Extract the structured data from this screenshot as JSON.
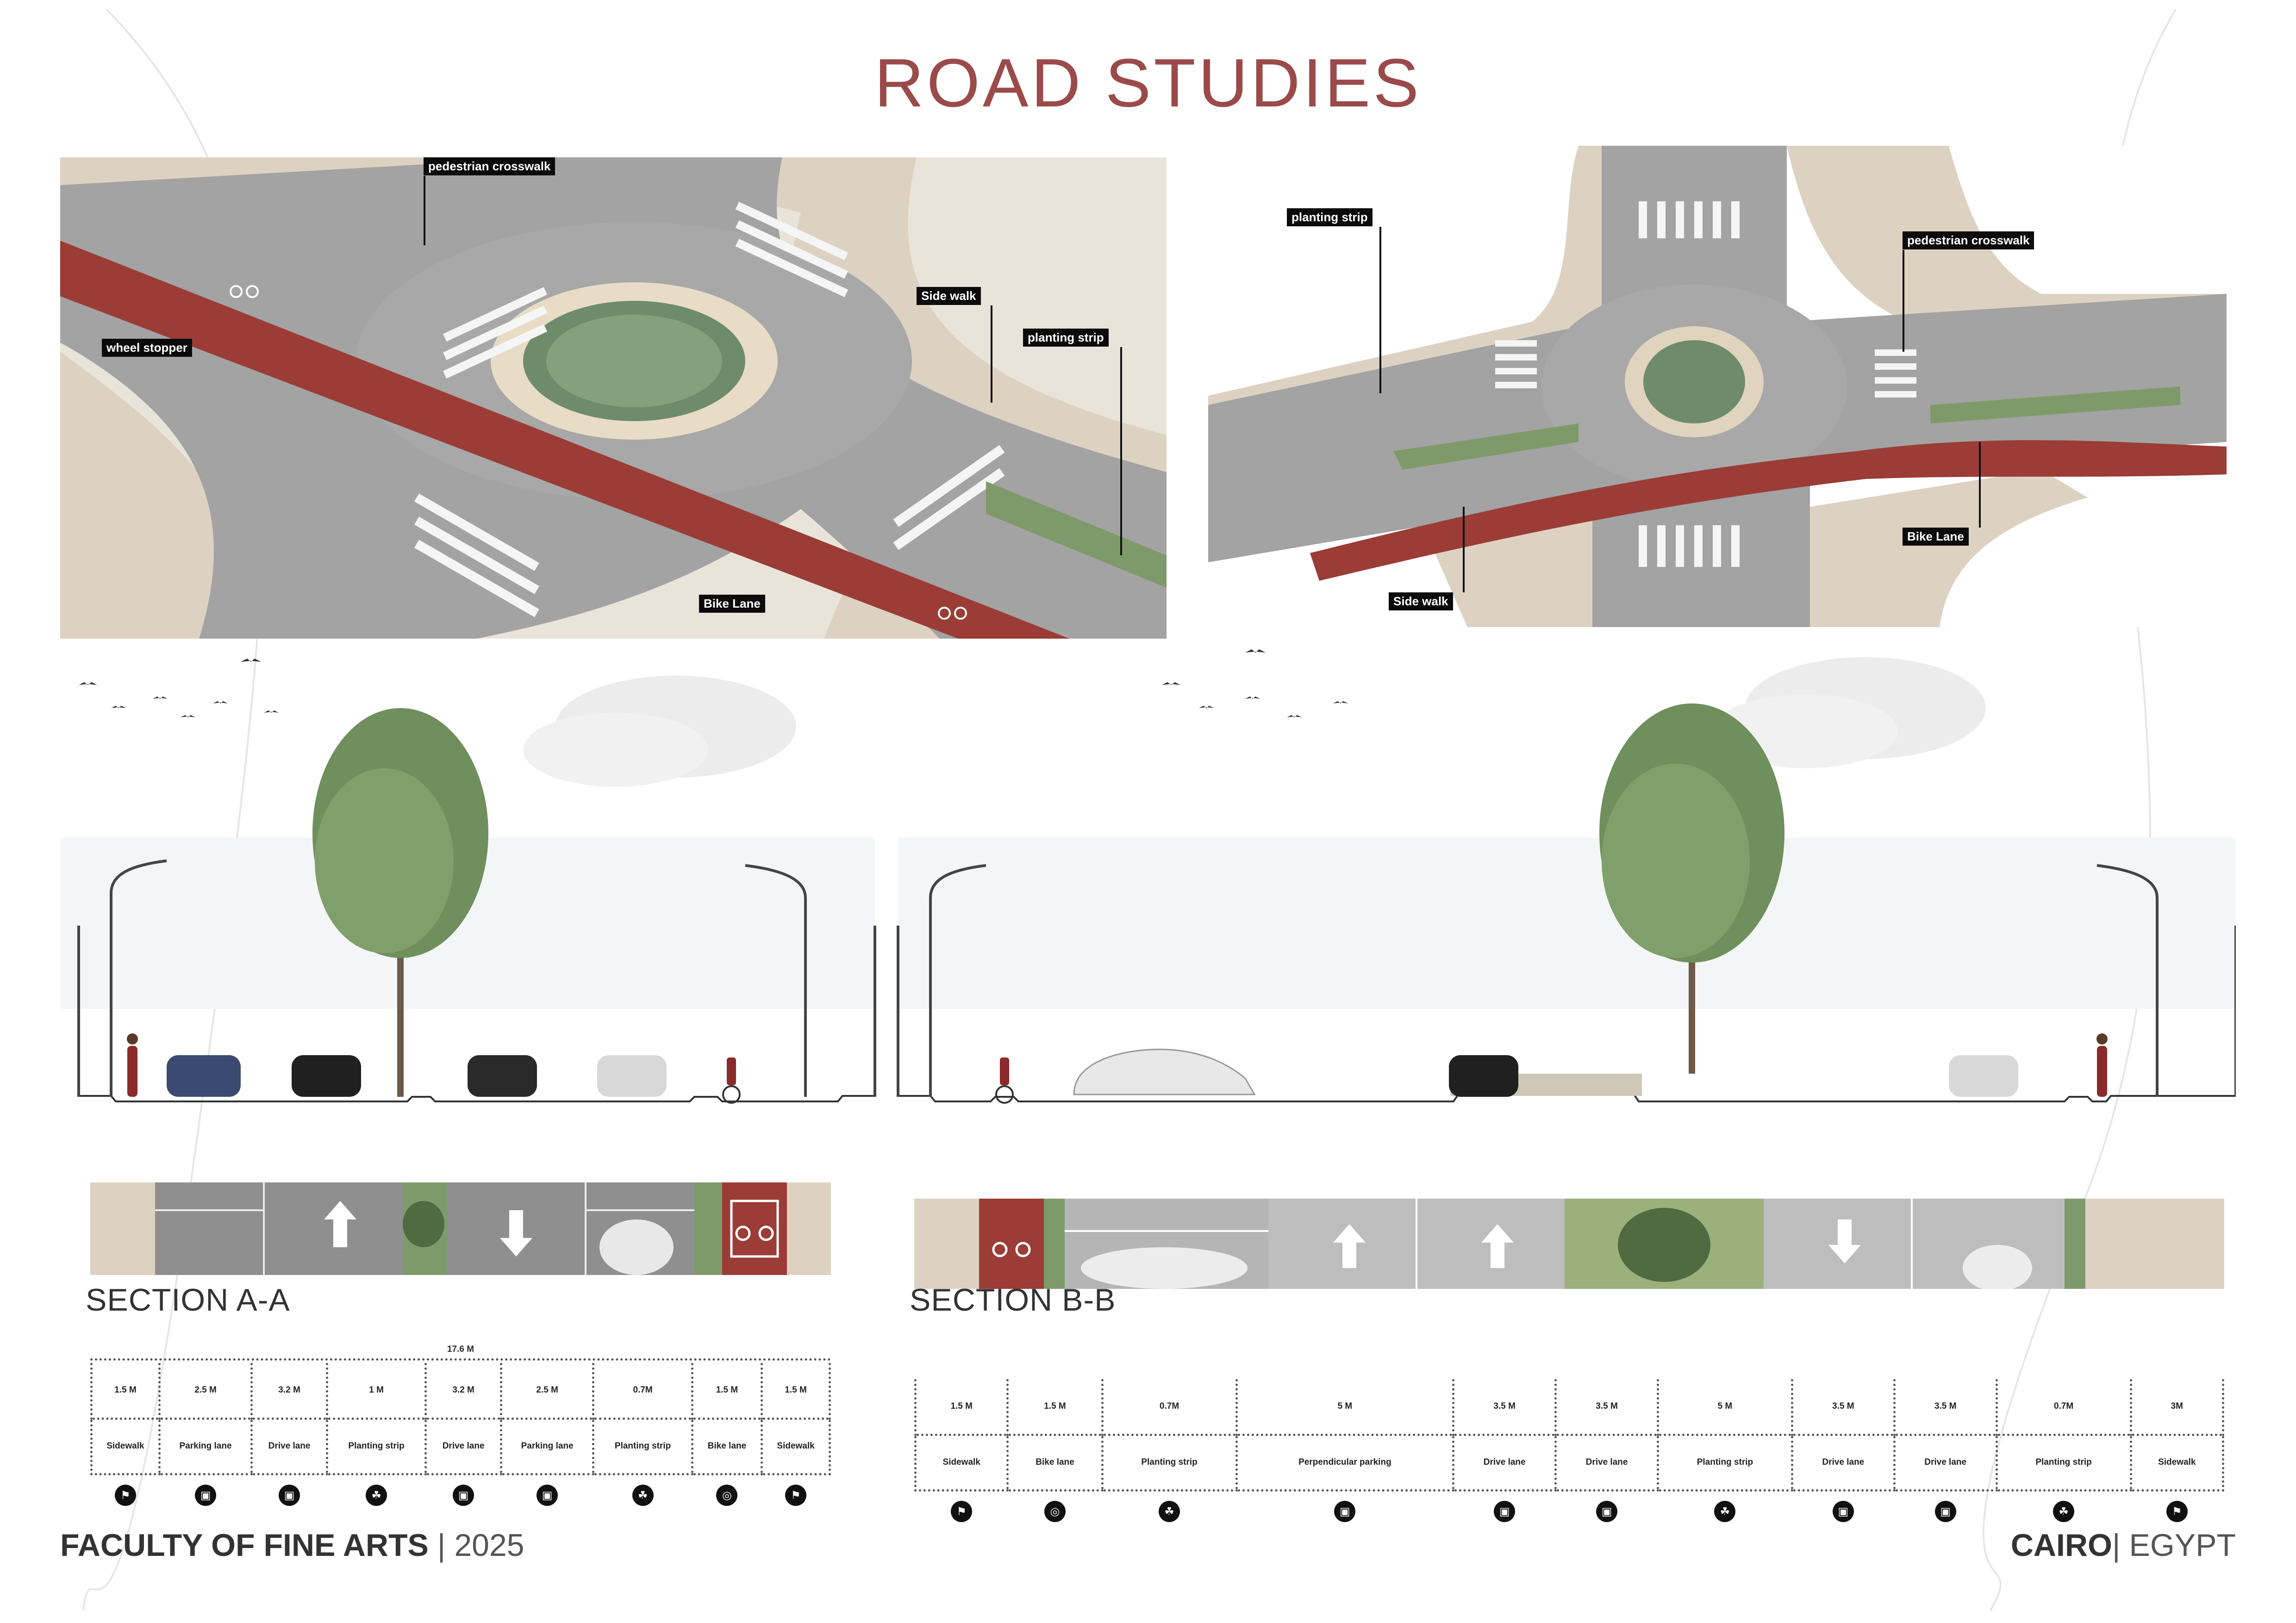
{
  "title": "ROAD STUDIES",
  "colors": {
    "title": "#9b4a4a",
    "bike_lane": "#9b3c36",
    "asphalt": "#9a9a9a",
    "sidewalk": "#ddd2c2",
    "planting": "#7f9a6a"
  },
  "plan_left": {
    "callouts": {
      "pedestrian_crosswalk": "pedestrian crosswalk",
      "wheel_stopper": "wheel stopper",
      "side_walk": "Side walk",
      "planting_strip": "planting strip",
      "bike_lane": "Bike Lane"
    }
  },
  "plan_right": {
    "callouts": {
      "planting_strip": "planting strip",
      "pedestrian_crosswalk": "pedestrian crosswalk",
      "bike_lane": "Bike Lane",
      "side_walk": "Side walk"
    }
  },
  "section_a": {
    "title": "SECTION A-A",
    "total": "17.6 M",
    "columns": [
      {
        "width": "1.5 M",
        "label": "Sidewalk",
        "icon": "pedestrian-icon"
      },
      {
        "width": "2.5 M",
        "label": "Parking lane",
        "icon": "car-icon"
      },
      {
        "width": "3.2 M",
        "label": "Drive lane",
        "icon": "car-icon"
      },
      {
        "width": "1 M",
        "label": "Planting strip",
        "icon": "plant-icon"
      },
      {
        "width": "3.2 M",
        "label": "Drive lane",
        "icon": "car-icon"
      },
      {
        "width": "2.5 M",
        "label": "Parking lane",
        "icon": "car-icon"
      },
      {
        "width": "0.7M",
        "label": "Planting strip",
        "icon": "plant-icon"
      },
      {
        "width": "1.5 M",
        "label": "Bike lane",
        "icon": "bike-icon"
      },
      {
        "width": "1.5 M",
        "label": "Sidewalk",
        "icon": "pedestrian-icon"
      }
    ]
  },
  "section_b": {
    "title": "SECTION B-B",
    "columns": [
      {
        "width": "1.5 M",
        "label": "Sidewalk",
        "icon": "pedestrian-icon"
      },
      {
        "width": "1.5 M",
        "label": "Bike lane",
        "icon": "bike-icon"
      },
      {
        "width": "0.7M",
        "label": "Planting strip",
        "icon": "plant-icon"
      },
      {
        "width": "5 M",
        "label": "Perpendicular parking",
        "icon": "car-icon"
      },
      {
        "width": "3.5 M",
        "label": "Drive lane",
        "icon": "car-icon"
      },
      {
        "width": "3.5 M",
        "label": "Drive lane",
        "icon": "car-icon"
      },
      {
        "width": "5 M",
        "label": "Planting strip",
        "icon": "plant-icon"
      },
      {
        "width": "3.5 M",
        "label": "Drive lane",
        "icon": "car-icon"
      },
      {
        "width": "3.5 M",
        "label": "Drive lane",
        "icon": "car-icon"
      },
      {
        "width": "0.7M",
        "label": "Planting strip",
        "icon": "plant-icon"
      },
      {
        "width": "3M",
        "label": "Sidewalk",
        "icon": "pedestrian-icon"
      }
    ]
  },
  "footer": {
    "institution": "FACULTY OF FINE ARTS",
    "separator": "|",
    "year": "2025",
    "city": "CAIRO",
    "city_separator": "|",
    "country": "EGYPT"
  }
}
